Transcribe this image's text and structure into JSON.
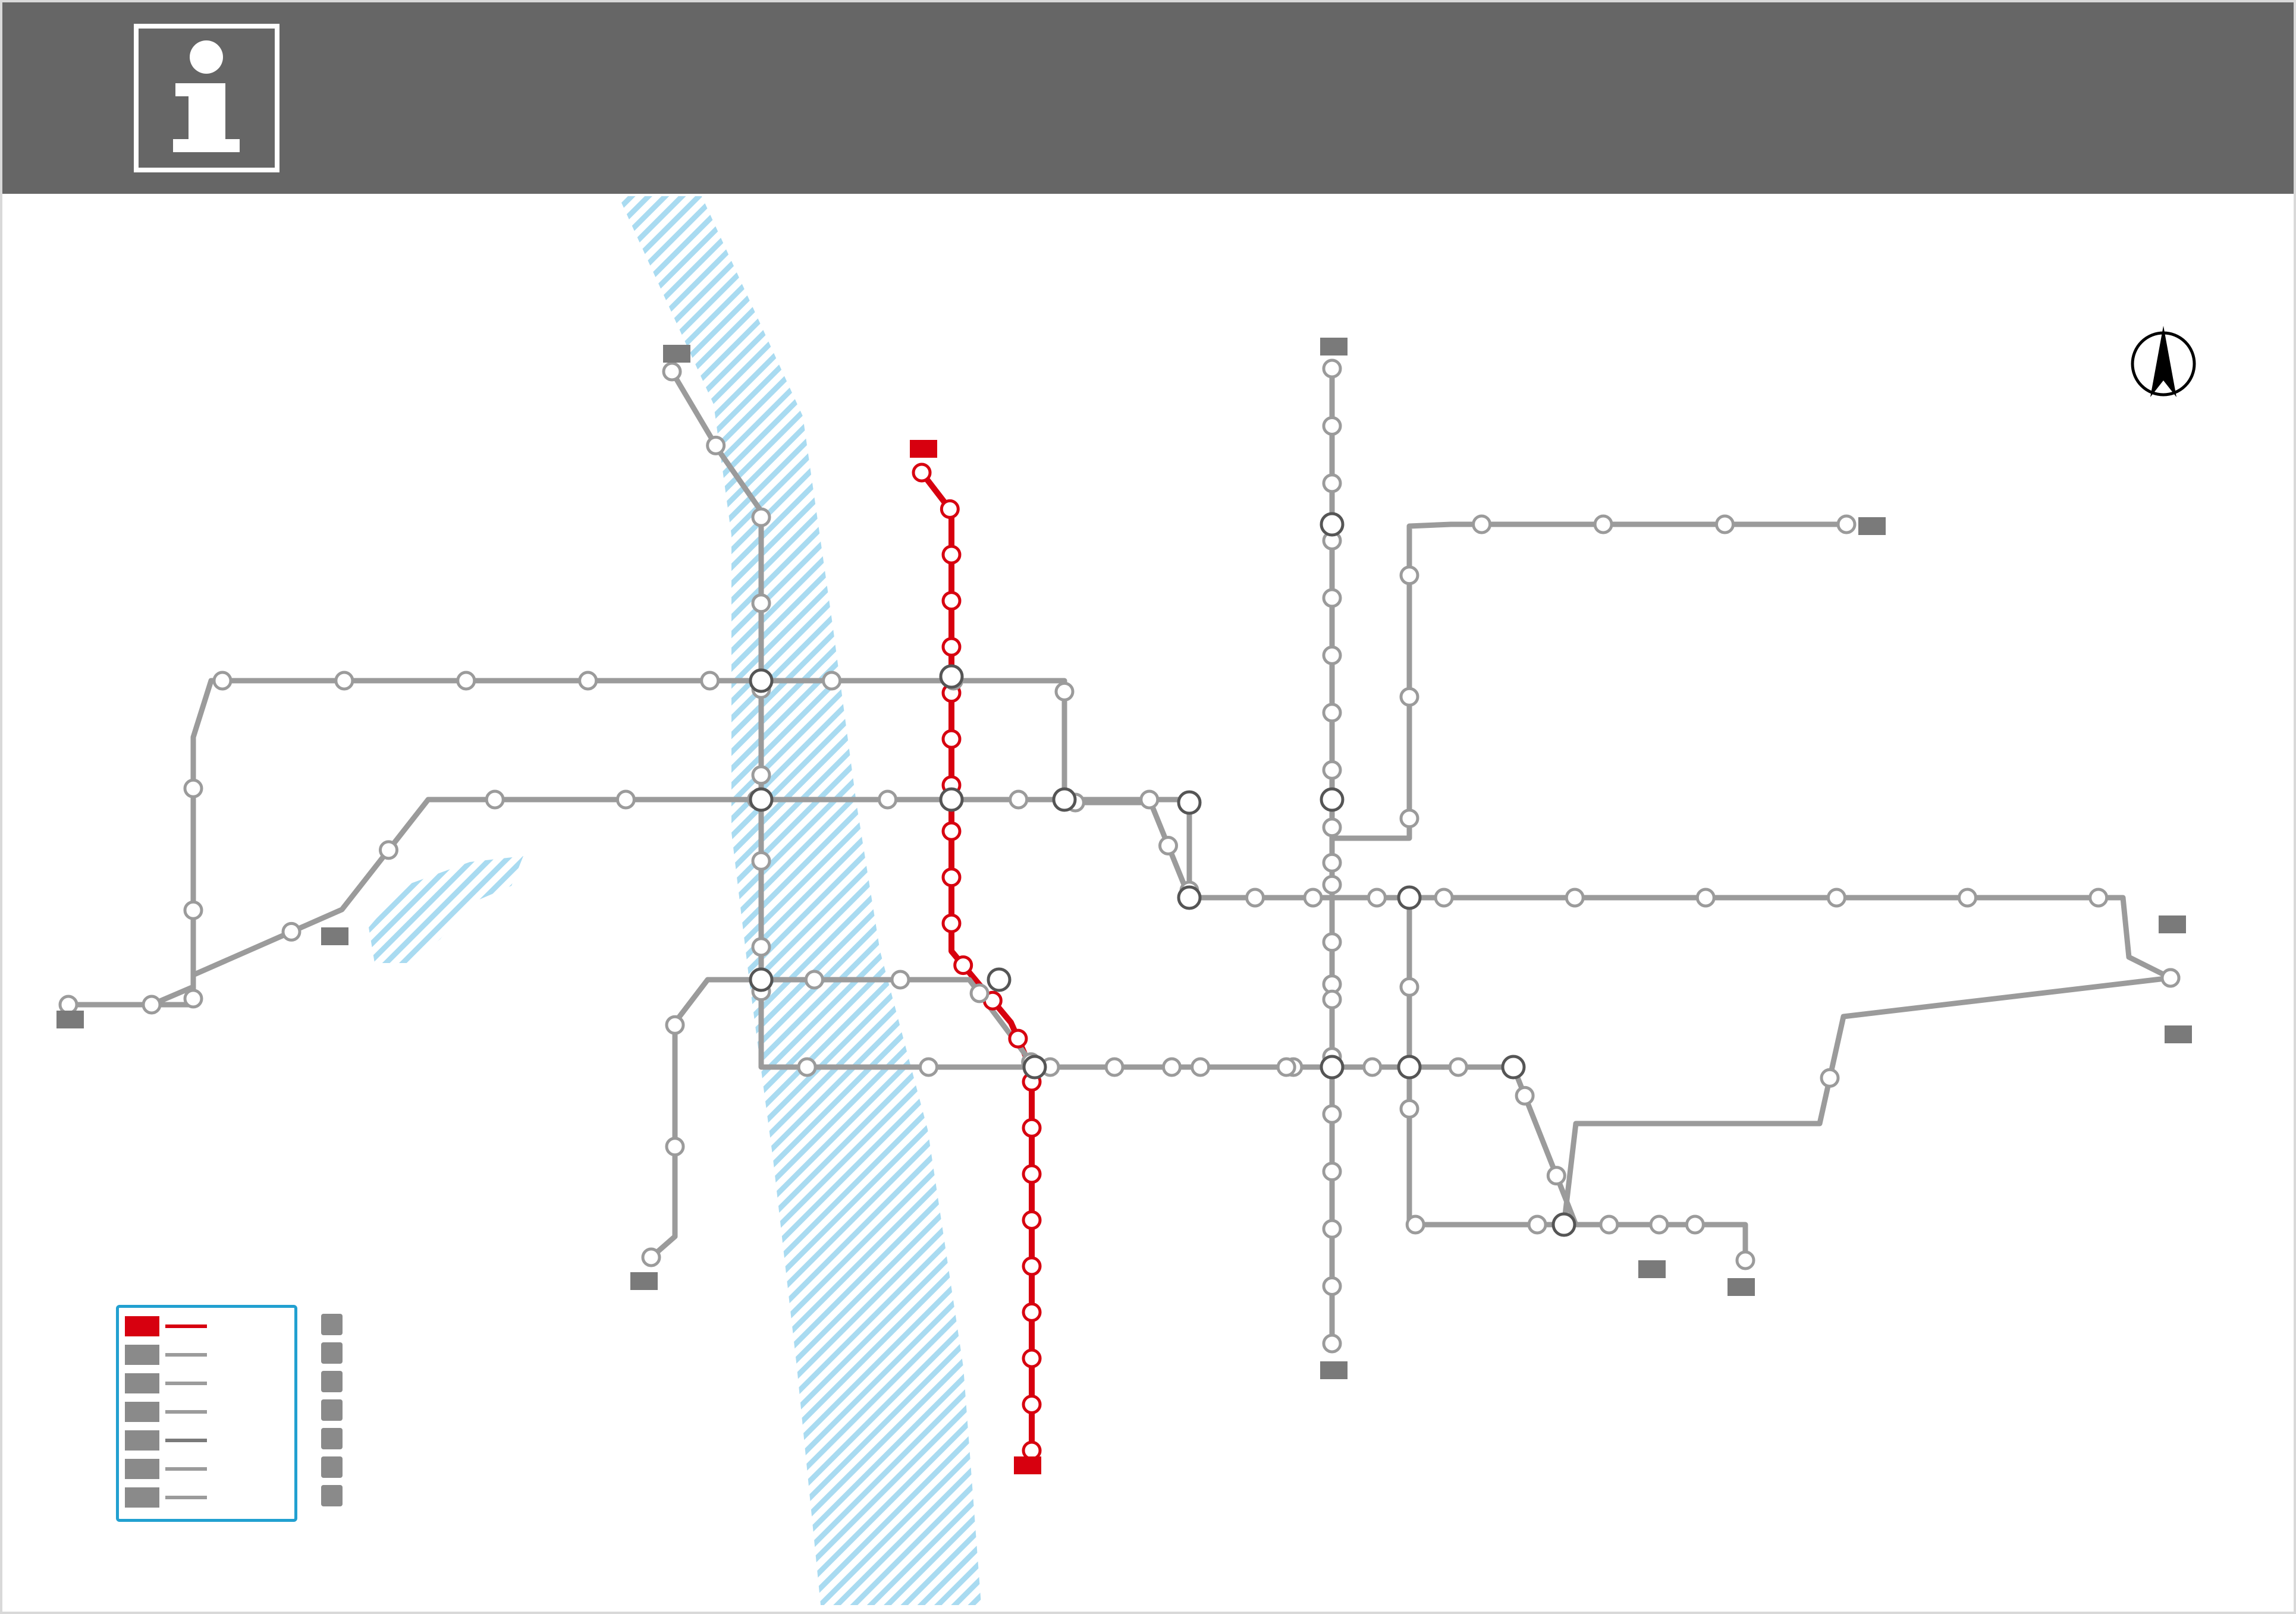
{
  "header": {
    "title_cn": "",
    "title_en": "",
    "icon": "info-icon"
  },
  "compass": {
    "label": "",
    "icon": "north-arrow-icon"
  },
  "watermark": "",
  "colors": {
    "header_bg": "#666666",
    "line1": "#d7000f",
    "other_lines": "#9b9b9b",
    "river": "#8fd0ea",
    "legend_border": "#22a0d0"
  },
  "rivers": {
    "xiang": "",
    "jiang": "",
    "lake": ""
  },
  "legend": {
    "title": "",
    "lines": [
      {
        "badge": "",
        "label": "",
        "color": "#d7000f"
      },
      {
        "badge": "",
        "label": "",
        "color": "#9b9b9b"
      },
      {
        "badge": "",
        "label": "",
        "color": "#9b9b9b"
      },
      {
        "badge": "",
        "label": "",
        "color": "#9b9b9b"
      },
      {
        "badge": "",
        "label": "",
        "color": "#7a7a7a"
      },
      {
        "badge": "",
        "label": "",
        "color": "#9b9b9b"
      },
      {
        "badge": "",
        "label": "",
        "color": "#9b9b9b"
      }
    ],
    "symbols": [
      {
        "label": "",
        "icon": "station-icon"
      },
      {
        "label": "",
        "icon": "transfer-icon"
      },
      {
        "label": "",
        "icon": "intercity-rail-icon"
      },
      {
        "label": "",
        "icon": "high-speed-rail-icon"
      },
      {
        "label": "",
        "icon": "bus-station-icon"
      },
      {
        "label": "",
        "icon": "airport-icon"
      },
      {
        "label": "",
        "icon": "railway-station-icon"
      }
    ]
  },
  "lines": [
    {
      "badge": "",
      "name": "line-1",
      "color": "#d7000f",
      "stations": [
        "",
        "",
        "",
        "",
        "",
        "",
        "",
        "",
        "",
        "",
        "",
        "",
        "",
        "",
        "",
        "",
        "",
        "",
        "",
        "",
        "",
        "",
        ""
      ]
    },
    {
      "badge": "",
      "name": "line-2",
      "color": "#9b9b9b",
      "stations": [
        "",
        "",
        "",
        "",
        "",
        "",
        "",
        "",
        "",
        "",
        "",
        "",
        "",
        "",
        "",
        "",
        "",
        "",
        "",
        ""
      ]
    },
    {
      "badge": "",
      "name": "line-3",
      "color": "#9b9b9b",
      "stations": [
        "",
        "",
        "",
        "",
        "",
        "",
        "",
        "",
        "",
        "",
        "",
        "",
        "",
        "",
        "",
        "",
        "",
        ""
      ]
    },
    {
      "badge": "",
      "name": "line-4",
      "color": "#9b9b9b",
      "stations": [
        "",
        "",
        "",
        "",
        "",
        "",
        "",
        "",
        "",
        "",
        "",
        "",
        "",
        "",
        "",
        "",
        "",
        "",
        "",
        "",
        "",
        ""
      ]
    },
    {
      "badge": "",
      "name": "line-5",
      "color": "#9b9b9b",
      "stations": [
        "",
        "",
        "",
        "",
        "",
        "",
        "",
        "",
        "",
        "",
        "",
        "",
        "",
        "",
        "",
        "",
        "",
        ""
      ]
    },
    {
      "badge": "",
      "name": "line-6",
      "color": "#9b9b9b",
      "stations": [
        "",
        "",
        "",
        "",
        "",
        "",
        "",
        "",
        "",
        "",
        "",
        "",
        "",
        "",
        "",
        "",
        "",
        "",
        ""
      ]
    },
    {
      "badge": "",
      "name": "maglev-express",
      "color": "#9b9b9b",
      "stations": [
        "",
        "",
        ""
      ]
    }
  ]
}
